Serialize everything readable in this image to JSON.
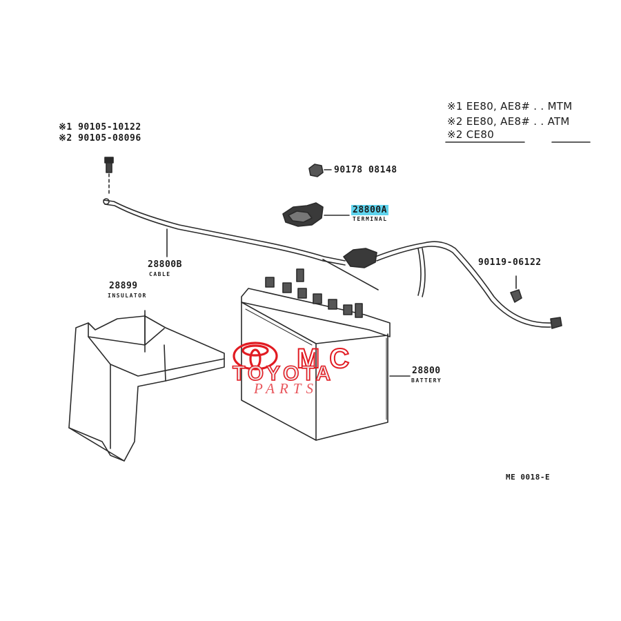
{
  "legend": {
    "rows": [
      {
        "mark": "※1",
        "text": "EE80, AE8# . . MTM"
      },
      {
        "mark": "※2",
        "text": "EE80, AE8# . . ATM"
      },
      {
        "mark": "※2",
        "text": "CE80"
      }
    ]
  },
  "bolt_callout": {
    "line1_mark": "※1",
    "line1_part": "90105-10122",
    "line2_mark": "※2",
    "line2_part": "90105-08096"
  },
  "parts": {
    "nut": {
      "number": "90178 08148"
    },
    "terminal": {
      "number": "28800A",
      "name": "TERMINAL"
    },
    "cable": {
      "number": "28800B",
      "name": "CABLE"
    },
    "insulator": {
      "number": "28899",
      "name": "INSULATOR"
    },
    "clamp": {
      "number": "90119-06122"
    },
    "battery": {
      "number": "28800",
      "name": "BATTERY"
    }
  },
  "diagram_code": "ME 0018-E",
  "watermark": {
    "line1": "MC",
    "line2": "TOYOTA",
    "line3": "PARTS",
    "color": "#e11b22"
  }
}
